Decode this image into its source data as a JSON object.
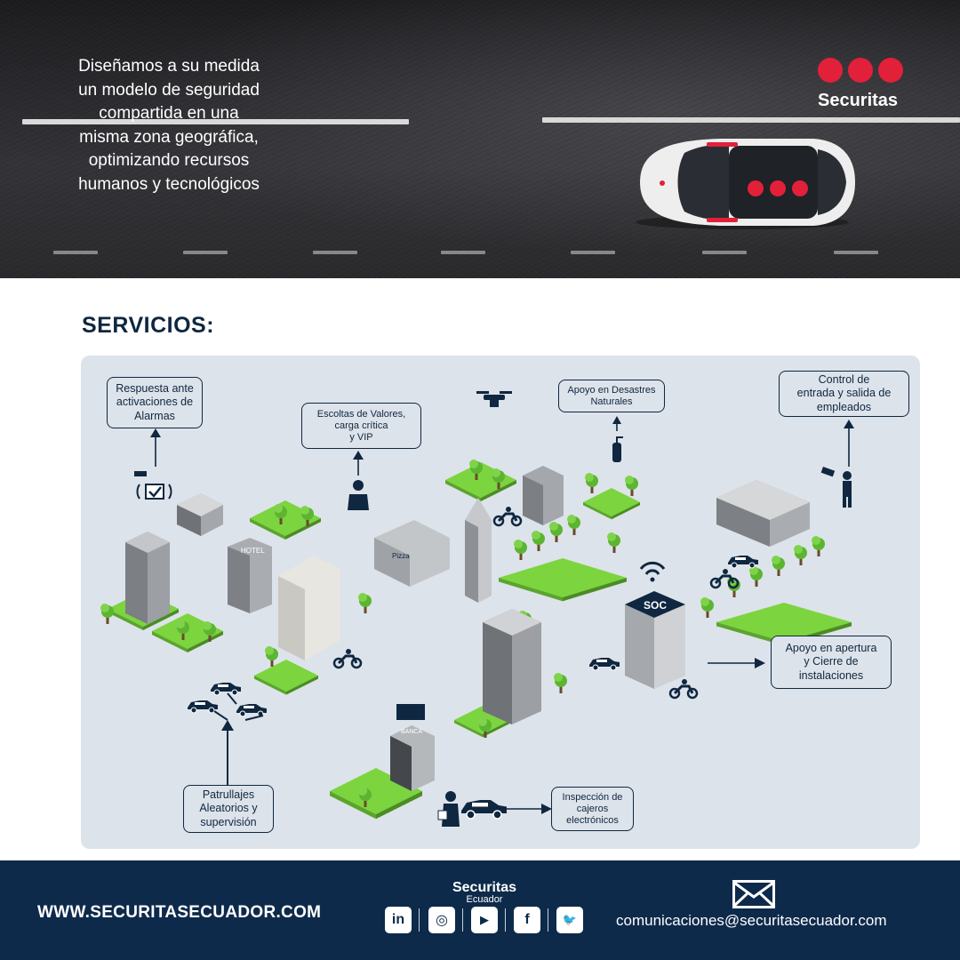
{
  "hero": {
    "text": "Diseñamos a su medida\nun modelo de seguridad\ncompartida en una\nmisma zona geográfica,\noptimizando recursos\nhumanos y tecnológicos",
    "brand": "Securitas",
    "brand_color": "#e2203a"
  },
  "services": {
    "title": "SERVICIOS:",
    "items": {
      "alarmas": "Respuesta ante\nactivaciones de\nAlarmas",
      "escoltas": "Escoltas de Valores,\ncarga crítica\ny VIP",
      "desastres": "Apoyo en Desastres\nNaturales",
      "control": "Control de\nentrada y salida de\nempleados",
      "apertura": "Apoyo en apertura\ny Cierre de\ninstalaciones",
      "patrullajes": "Patrullajes\nAleatorios y\nsupervisión",
      "cajeros": "Inspección de\ncajeros\nelectrónicos"
    },
    "labels": {
      "hotel": "HOTEL",
      "pizza": "Pizza",
      "soc": "SOC",
      "banca": "BANCA"
    }
  },
  "footer": {
    "website": "WWW.SECURITASECUADOR.COM",
    "brand": "Securitas",
    "country": "Ecuador",
    "social": [
      {
        "icon": "linkedin-icon",
        "glyph": "in"
      },
      {
        "icon": "instagram-icon",
        "glyph": "◎"
      },
      {
        "icon": "youtube-icon",
        "glyph": "▶"
      },
      {
        "icon": "facebook-icon",
        "glyph": "f"
      },
      {
        "icon": "twitter-icon",
        "glyph": "🐦"
      }
    ],
    "email": "comunicaciones@securitasecuador.com",
    "background": "#0e2a4b"
  }
}
